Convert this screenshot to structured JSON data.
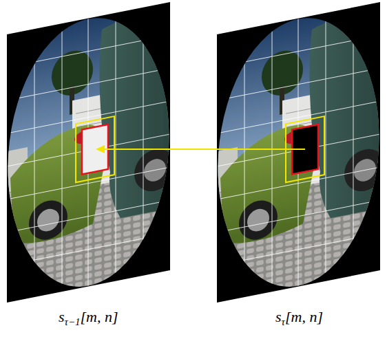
{
  "diagram": {
    "labels": [
      "s",
      "τ−1",
      "[m, n]",
      "s",
      "τ",
      "[m, n]"
    ]
  }
}
